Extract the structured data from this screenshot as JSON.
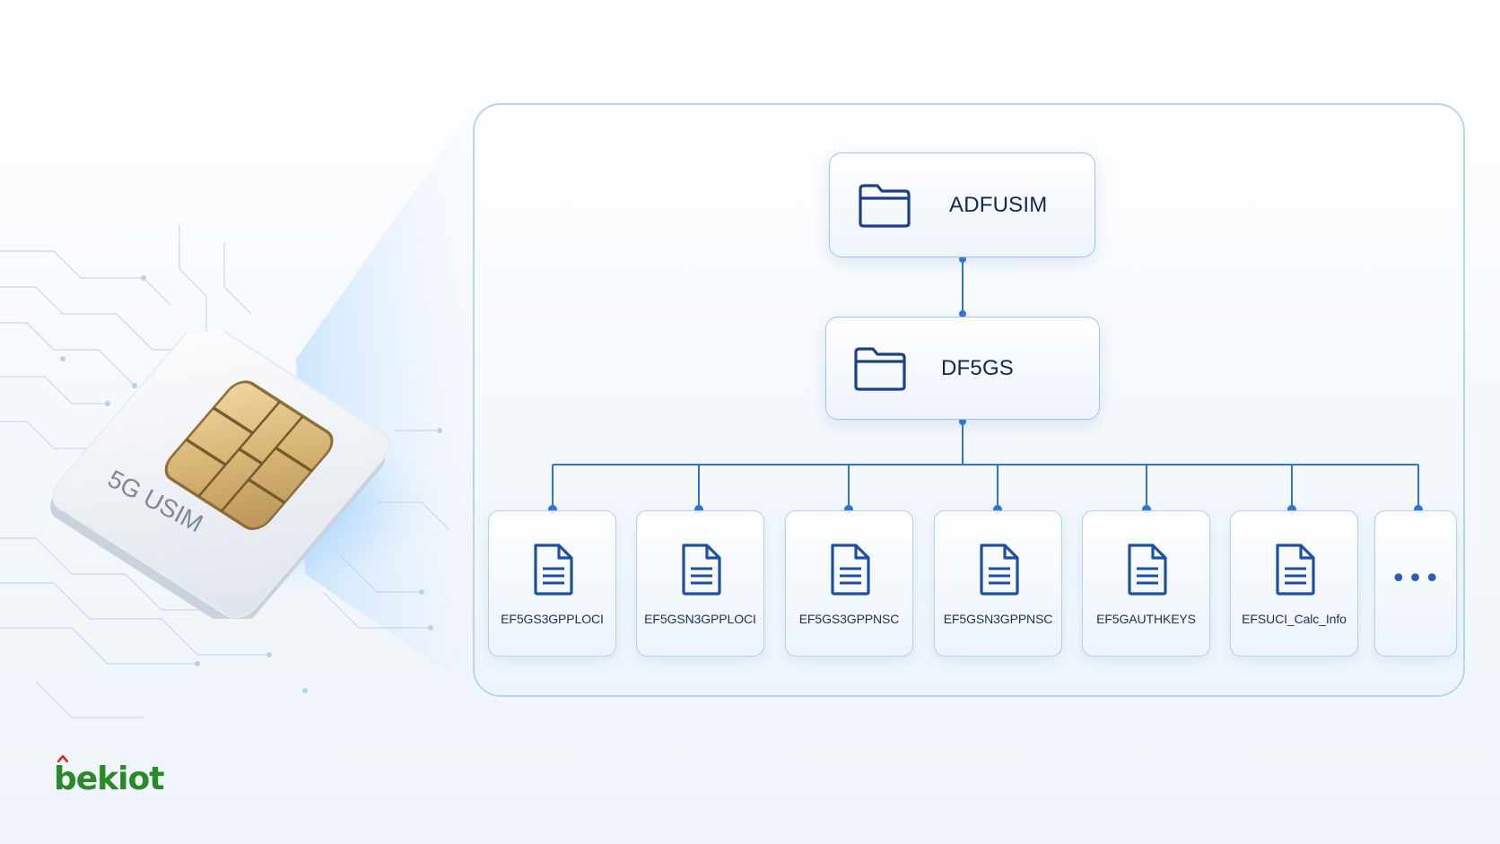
{
  "diagram": {
    "root": {
      "label": "ADFUSIM",
      "icon": "folder-icon"
    },
    "child": {
      "label": "DF5GS",
      "icon": "folder-icon"
    },
    "files": [
      {
        "label": "EF5GS3GPPLOCI",
        "icon": "document-icon"
      },
      {
        "label": "EF5GSN3GPPLOCI",
        "icon": "document-icon"
      },
      {
        "label": "EF5GS3GPPNSC",
        "icon": "document-icon"
      },
      {
        "label": "EF5GSN3GPPNSC",
        "icon": "document-icon"
      },
      {
        "label": "EF5GAUTHKEYS",
        "icon": "document-icon"
      },
      {
        "label": "EFSUCI_Calc_Info",
        "icon": "document-icon"
      }
    ],
    "more": {
      "label": "•••",
      "icon": "ellipsis-icon"
    }
  },
  "sim_card": {
    "label": "5G USIM"
  },
  "brand": {
    "logo_text": "bekiot"
  },
  "colors": {
    "accent": "#2f6fd0",
    "node_border": "#9fc4ea",
    "icon_stroke": "#1f3f86",
    "text": "#13284f",
    "logo_green": "#2a8a28",
    "logo_red": "#d92b2b"
  }
}
